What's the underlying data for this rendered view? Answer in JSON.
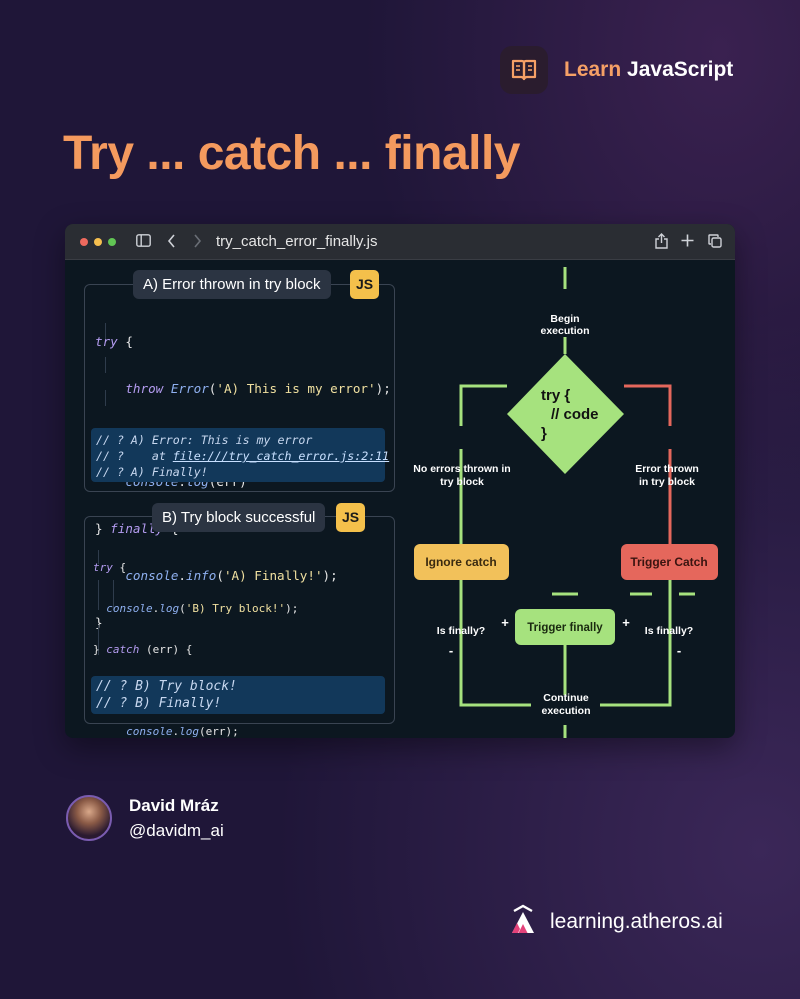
{
  "brand": {
    "learn": "Learn",
    "name": "JavaScript",
    "icon": "book-icon"
  },
  "page_title": "Try ... catch ... finally",
  "window": {
    "filename": "try_catch_error_finally.js",
    "icons": [
      "sidebar-icon",
      "back-icon",
      "forward-icon",
      "share-icon",
      "plus-icon",
      "copy-icon"
    ]
  },
  "example_a": {
    "heading": "A) Error thrown in try block",
    "badge": "JS",
    "output": [
      "// ? A) Error: This is my error",
      "// ?    at file:///try_catch_error.js:2:11",
      "// ? A) Finally!"
    ],
    "output_link": "file:///try_catch_error.js:2:11"
  },
  "example_b": {
    "heading": "B) Try block successful",
    "badge": "JS",
    "output": [
      "// ? B) Try block!",
      "// ? B) Finally!"
    ]
  },
  "flowchart": {
    "begin": [
      "Begin",
      "execution"
    ],
    "decision": [
      "try {",
      "// code",
      "}"
    ],
    "no_errors": [
      "No errors thrown in",
      "try block"
    ],
    "error_thrown": [
      "Error thrown",
      "in try block"
    ],
    "ignore_catch": "Ignore catch",
    "trigger_catch": "Trigger Catch",
    "trigger_finally": "Trigger finally",
    "is_finally_left": "Is finally?",
    "is_finally_right": "Is finally?",
    "plus": "+",
    "minus": "-",
    "continue": [
      "Continue",
      "execution"
    ],
    "colors": {
      "green": "#a6e27e",
      "red": "#e5675c",
      "yellow": "#f2c15a"
    }
  },
  "author": {
    "name": "David Mráz",
    "handle": "@davidm_ai"
  },
  "footer": {
    "site": "learning.atheros.ai"
  }
}
